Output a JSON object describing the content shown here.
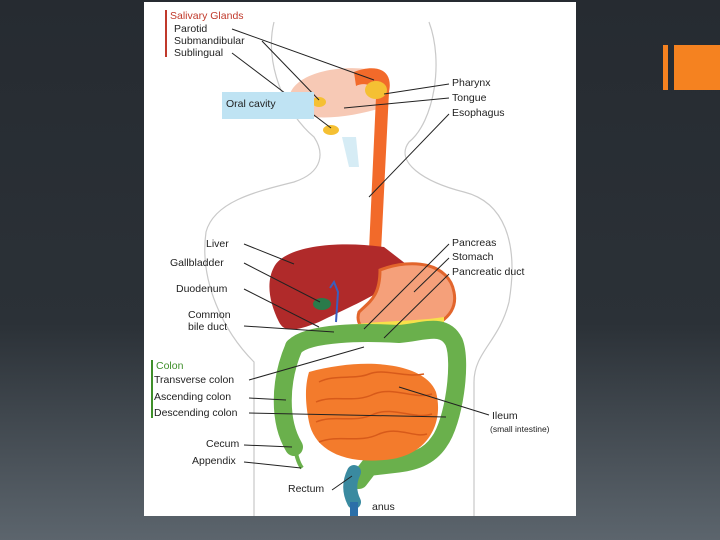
{
  "slide": {
    "accent_color": "#f58220"
  },
  "diagram": {
    "salivary_glands": {
      "heading": "Salivary Glands",
      "items": [
        "Parotid",
        "Submandibular",
        "Sublingual"
      ]
    },
    "oral_cavity": "Oral cavity",
    "right_upper": [
      "Pharynx",
      "Tongue",
      "Esophagus"
    ],
    "left_middle": {
      "liver": "Liver",
      "gallbladder": "Gallbladder",
      "duodenum": "Duodenum",
      "common_bile_duct": [
        "Common",
        "bile duct"
      ]
    },
    "right_middle": [
      "Pancreas",
      "Stomach",
      "Pancreatic duct"
    ],
    "colon": {
      "heading": "Colon",
      "items": [
        "Transverse colon",
        "Ascending colon",
        "Descending colon"
      ]
    },
    "ileum": "Ileum",
    "ileum_note": "(small intestine)",
    "cecum": "Cecum",
    "appendix": "Appendix",
    "rectum": "Rectum",
    "anus": "anus"
  }
}
